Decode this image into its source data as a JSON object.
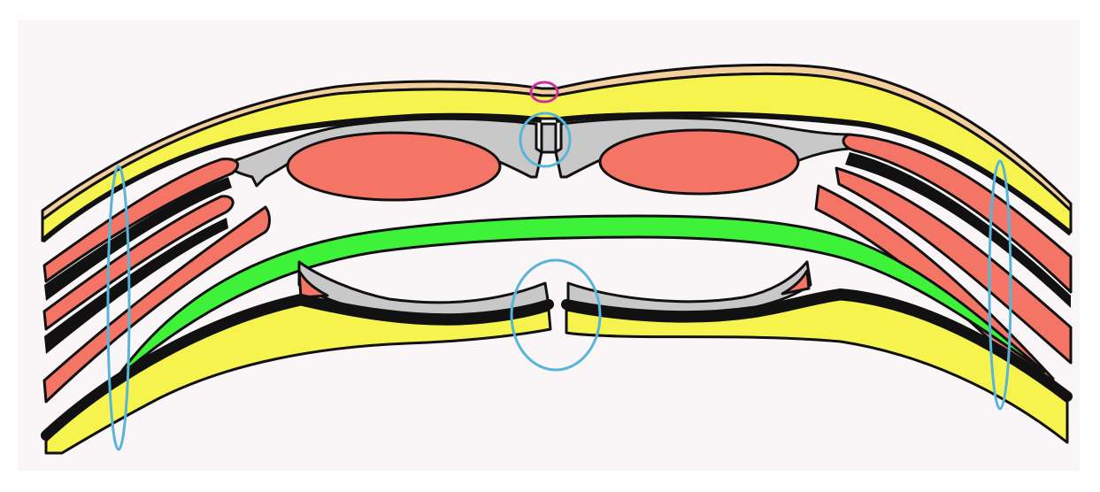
{
  "colors": {
    "background": "#faf6f7",
    "skin": "#f3cf9c",
    "fat": "#f6f34e",
    "muscle": "#f47565",
    "fascia": "#c8c8c8",
    "preperitoneal": "#3ef23a",
    "outline": "#111111",
    "marker_blue": "#58b4d8",
    "marker_pink": "#c8329a"
  },
  "markers": [
    {
      "name": "umbilical-ring-marker",
      "color": "pink"
    },
    {
      "name": "linea-alba-superficial-marker",
      "color": "blue"
    },
    {
      "name": "linea-alba-deep-marker",
      "color": "blue"
    },
    {
      "name": "left-semilunar-line-marker",
      "color": "blue"
    },
    {
      "name": "right-semilunar-line-marker",
      "color": "blue"
    }
  ]
}
